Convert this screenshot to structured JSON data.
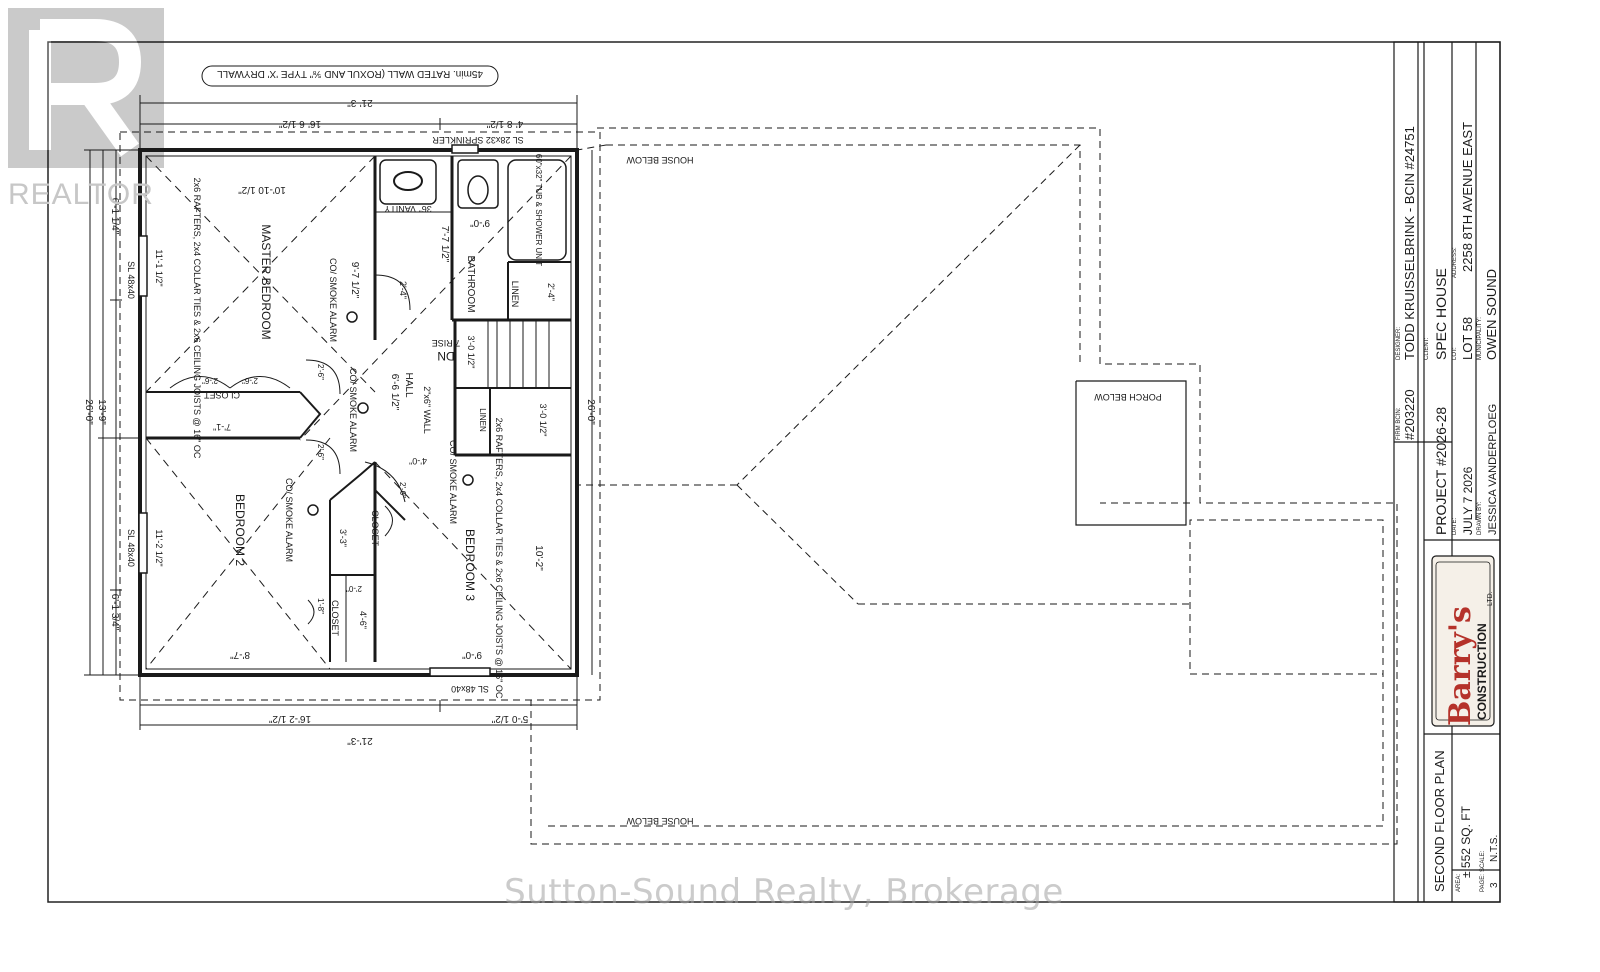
{
  "watermark": {
    "logo_text": "REALTOR",
    "brokerage": "Sutton-Sound Realty, Brokerage"
  },
  "plan": {
    "top_note": "45min. RATED WALL (ROXUL AND ⅝\" TYPE 'X' DRYWALL",
    "dims": {
      "top_overall": "21'-3\"",
      "top_left": "16'-6 1/2\"",
      "top_right": "4'-8 1/2\"",
      "bottom_overall": "21'-3\"",
      "bottom_left": "16'-2 1/2\"",
      "bottom_right": "5'-0 1/2\"",
      "left_overall": "26'-0\"",
      "left_upper": "13'-9\"",
      "left_a": "6'-1 1/4\"",
      "left_b": "11'-1 1/2\"",
      "left_c": "11'-2 1/2\"",
      "left_d": "6'-1 3/4\"",
      "right_overall": "26'-0\""
    },
    "sprinkler": "SL 28x32 SPRINKLER",
    "windows": {
      "w1": "SL 48x40",
      "w2": "SL 48x40",
      "w3": "SL 48x40"
    },
    "rooms": {
      "master": "MASTER BEDROOM",
      "bedroom2": "BEDROOM 2",
      "bedroom3": "BEDROOM 3",
      "bathroom": "BATHROOM",
      "hall": "HALL",
      "closet1": "CLOSET",
      "closet2": "CLOSET",
      "closet3": "CLOSET",
      "linen1": "LINEN",
      "linen2": "LINEN"
    },
    "labels": {
      "master_w": "10'-10 1/2\"",
      "master_h": "9'-7 1/2\"",
      "rafters1": "2x6 RAFTERS, 2x4 COLLAR TIES & 2x6 CEILING JOISTS @ 16\" OC",
      "rafters2": "2x6 RAFTERS, 2x4 COLLAR TIES & 2x6 CEILING JOISTS @ 16\" OC",
      "alarm1": "CO/ SMOKE ALARM",
      "alarm2": "CO/ SMOKE ALARM",
      "alarm3": "CO/ SMOKE ALARM",
      "alarm4": "CO/ SMOKE ALARM",
      "vanity": "36\" VANITY",
      "shower": "60\"x32\" TUB & SHOWER UNIT",
      "bath_w": "7'-7 1/2\"",
      "bath_d": "9'-0\"",
      "linen_w": "2'-4\"",
      "rise": "7 RISE",
      "dn": "DN",
      "stair_w": "3'-0 1/2\"",
      "stair_w2": "3'-0 1/2\"",
      "hall_w": "6'-6 1/2\"",
      "wall": "2\"x6\" WALL",
      "closet_w1": "2'-6\"",
      "closet_w2": "2'-6\"",
      "closet_l": "7'-1\"",
      "door_a": "2'-4\"",
      "door_b": "2'-6\"",
      "door_c": "2'-6\"",
      "door_d": "2'-6\"",
      "hall_h": "4'-0\"",
      "b2_w": "8'-7\"",
      "b2_h": "11'-2 1/2\"",
      "b3_w": "9'-0\"",
      "b3_h": "10'-2\"",
      "cl_a": "3'-3\"",
      "cl_b": "4'-6\"",
      "cl_c": "2'-0\"",
      "cl_d": "1'-8\"",
      "house_below1": "HOUSE BELOW",
      "house_below2": "HOUSE BELOW",
      "porch_below": "PORCH BELOW"
    }
  },
  "title_block": {
    "designer_label": "DESIGNER:",
    "designer": "TODD KRUISSELBRINK - BCIN #24751",
    "firm_label": "FIRM BCIN:",
    "firm": "#203220",
    "client_label": "CLIENT:",
    "client": "SPEC HOUSE",
    "lot_label": "LOT:",
    "lot": "LOT 58",
    "address_label": "ADDRESS:",
    "address": "2258 8TH AVENUE EAST",
    "municipality_label": "MUNICIPALITY:",
    "municipality": "OWEN SOUND",
    "project": "PROJECT #2026-28",
    "date_label": "DATE:",
    "date": "JULY 7 2026",
    "drawn_label": "DRAWN BY:",
    "drawn": "JESSICA VANDERPLOEG",
    "logo_main": "Barry's",
    "logo_sub": "CONSTRUCTION",
    "logo_ltd": "LTD.",
    "sheet_title": "SECOND FLOOR PLAN",
    "area_label": "AREA:",
    "area": "± 552 SQ. FT",
    "page_label": "PAGE:",
    "page": "3",
    "scale_label": "SCALE:",
    "scale": "N.T.S."
  },
  "colors": {
    "ink": "#1a1a1a",
    "watermark": "#c4c4c4",
    "logo_red": "#b5322a"
  }
}
